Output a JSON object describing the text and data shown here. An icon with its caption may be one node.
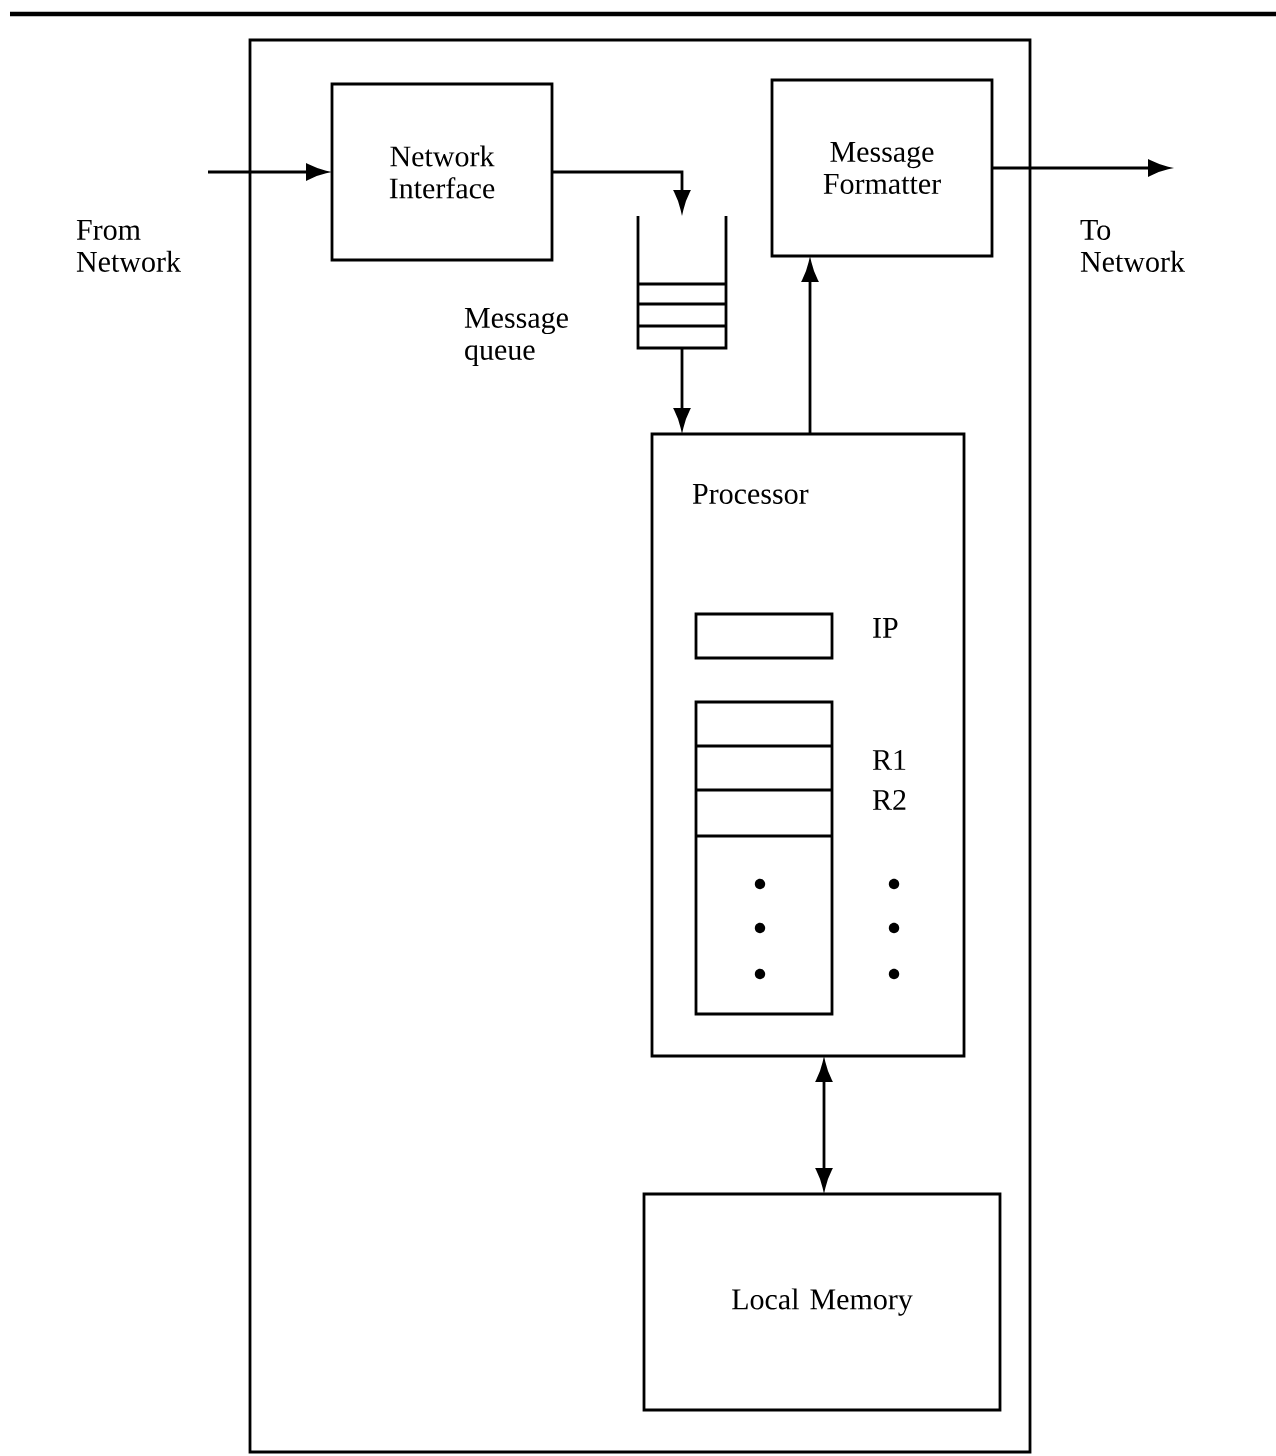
{
  "diagram": {
    "nodes": [
      {
        "text": [],
        "shape": "box"
      },
      {
        "text": [
          "Network Interface"
        ],
        "in": 0
      },
      {
        "text": [],
        "shape": "queue",
        "beside": [
          "Message queue"
        ],
        "in": 0
      },
      {
        "text": [
          "Message Formatter"
        ],
        "in": 0
      },
      {
        "text": [
          "Processor"
        ],
        "in": 0
      },
      {
        "text": [],
        "shape": "box",
        "beside": [
          "IP"
        ],
        "in": 4
      },
      {
        "text": [],
        "shape": "stack",
        "beside": [
          "R1",
          "R2"
        ],
        "in": 4
      },
      {
        "text": [
          "Local Memory"
        ],
        "in": 0
      }
    ],
    "edges": [
      {
        "from": null,
        "to": 1,
        "arrow": "to"
      },
      {
        "from": 1,
        "to": 2,
        "arrow": "to"
      },
      {
        "from": 2,
        "to": 4,
        "arrow": "to"
      },
      {
        "from": 4,
        "to": 3,
        "arrow": "to"
      },
      {
        "from": 3,
        "to": null,
        "arrow": "to"
      },
      {
        "from": 4,
        "to": 7,
        "arrow": "both"
      }
    ],
    "labels": [
      "From Network",
      "To Network"
    ]
  }
}
